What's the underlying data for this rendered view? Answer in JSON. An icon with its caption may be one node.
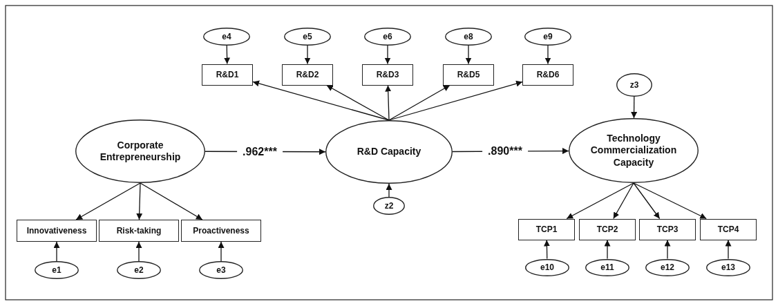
{
  "diagram": {
    "nodes": [
      {
        "text": [
          "e4"
        ]
      },
      {
        "text": [
          "e5"
        ]
      },
      {
        "text": [
          "e6"
        ]
      },
      {
        "text": [
          "e8"
        ]
      },
      {
        "text": [
          "e9"
        ]
      },
      {
        "text": [
          "R&D1"
        ]
      },
      {
        "text": [
          "R&D2"
        ]
      },
      {
        "text": [
          "R&D3"
        ]
      },
      {
        "text": [
          "R&D5"
        ]
      },
      {
        "text": [
          "R&D6"
        ]
      },
      {
        "text": [
          "z3"
        ]
      },
      {
        "text": [
          "Corporate Entrepreneurship"
        ]
      },
      {
        "text": [
          "R&D Capacity"
        ]
      },
      {
        "text": [
          "Technology Commercialization Capacity"
        ]
      },
      {
        "text": [
          "z2"
        ]
      },
      {
        "text": [
          "Innovativeness"
        ]
      },
      {
        "text": [
          "Risk-taking"
        ]
      },
      {
        "text": [
          "Proactiveness"
        ]
      },
      {
        "text": [
          "TCP1"
        ]
      },
      {
        "text": [
          "TCP2"
        ]
      },
      {
        "text": [
          "TCP3"
        ]
      },
      {
        "text": [
          "TCP4"
        ]
      },
      {
        "text": [
          "e1"
        ]
      },
      {
        "text": [
          "e2"
        ]
      },
      {
        "text": [
          "e3"
        ]
      },
      {
        "text": [
          "e10"
        ]
      },
      {
        "text": [
          "e11"
        ]
      },
      {
        "text": [
          "e12"
        ]
      },
      {
        "text": [
          "e13"
        ]
      }
    ],
    "edges": [
      {
        "from": 11,
        "to": 12,
        "arrow": "to",
        "label": ".962***"
      },
      {
        "from": 12,
        "to": 13,
        "arrow": "to",
        "label": ".890***"
      },
      {
        "from": 12,
        "to": 5,
        "arrow": "to"
      },
      {
        "from": 12,
        "to": 6,
        "arrow": "to"
      },
      {
        "from": 12,
        "to": 7,
        "arrow": "to"
      },
      {
        "from": 12,
        "to": 8,
        "arrow": "to"
      },
      {
        "from": 12,
        "to": 9,
        "arrow": "to"
      },
      {
        "from": 0,
        "to": 5,
        "arrow": "to"
      },
      {
        "from": 1,
        "to": 6,
        "arrow": "to"
      },
      {
        "from": 2,
        "to": 7,
        "arrow": "to"
      },
      {
        "from": 3,
        "to": 8,
        "arrow": "to"
      },
      {
        "from": 4,
        "to": 9,
        "arrow": "to"
      },
      {
        "from": 10,
        "to": 13,
        "arrow": "to"
      },
      {
        "from": 14,
        "to": 12,
        "arrow": "to"
      },
      {
        "from": 11,
        "to": 15,
        "arrow": "to"
      },
      {
        "from": 11,
        "to": 16,
        "arrow": "to"
      },
      {
        "from": 11,
        "to": 17,
        "arrow": "to"
      },
      {
        "from": 22,
        "to": 15,
        "arrow": "to"
      },
      {
        "from": 23,
        "to": 16,
        "arrow": "to"
      },
      {
        "from": 24,
        "to": 17,
        "arrow": "to"
      },
      {
        "from": 13,
        "to": 18,
        "arrow": "to"
      },
      {
        "from": 13,
        "to": 19,
        "arrow": "to"
      },
      {
        "from": 13,
        "to": 20,
        "arrow": "to"
      },
      {
        "from": 13,
        "to": 21,
        "arrow": "to"
      },
      {
        "from": 25,
        "to": 18,
        "arrow": "to"
      },
      {
        "from": 26,
        "to": 19,
        "arrow": "to"
      },
      {
        "from": 27,
        "to": 20,
        "arrow": "to"
      },
      {
        "from": 28,
        "to": 21,
        "arrow": "to"
      }
    ]
  }
}
